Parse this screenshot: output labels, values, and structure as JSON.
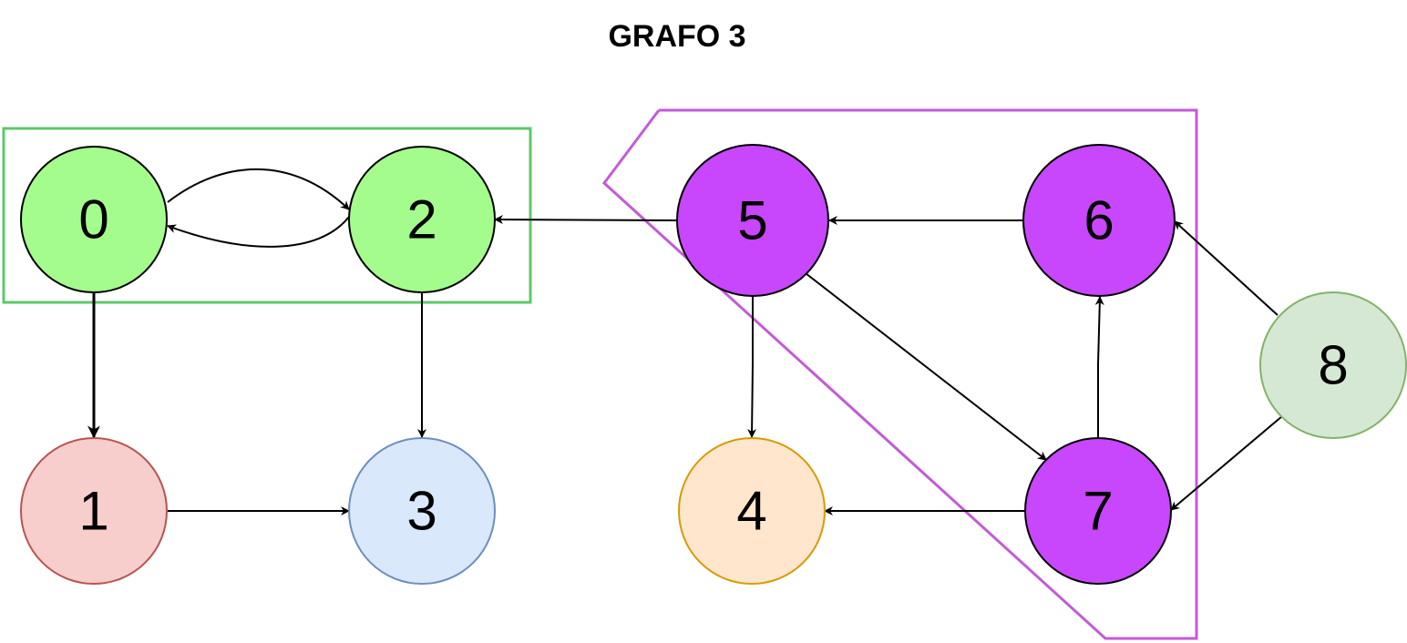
{
  "title": "GRAFO 3",
  "nodes": [
    {
      "id": "0",
      "label": "0",
      "fill": "#a4fc8c",
      "stroke": "#000000"
    },
    {
      "id": "1",
      "label": "1",
      "fill": "#f8cecc",
      "stroke": "#b85450"
    },
    {
      "id": "2",
      "label": "2",
      "fill": "#a4fc8c",
      "stroke": "#000000"
    },
    {
      "id": "3",
      "label": "3",
      "fill": "#dae8fc",
      "stroke": "#6c8ebf"
    },
    {
      "id": "4",
      "label": "4",
      "fill": "#ffe6cc",
      "stroke": "#d79b00"
    },
    {
      "id": "5",
      "label": "5",
      "fill": "#c846fc",
      "stroke": "#000000"
    },
    {
      "id": "6",
      "label": "6",
      "fill": "#c846fc",
      "stroke": "#000000"
    },
    {
      "id": "7",
      "label": "7",
      "fill": "#c846fc",
      "stroke": "#000000"
    },
    {
      "id": "8",
      "label": "8",
      "fill": "#d5e8d4",
      "stroke": "#82b366"
    }
  ],
  "edges": [
    {
      "from": "0",
      "to": "2"
    },
    {
      "from": "2",
      "to": "0"
    },
    {
      "from": "0",
      "to": "1"
    },
    {
      "from": "2",
      "to": "3"
    },
    {
      "from": "1",
      "to": "3"
    },
    {
      "from": "5",
      "to": "2"
    },
    {
      "from": "6",
      "to": "5"
    },
    {
      "from": "5",
      "to": "4"
    },
    {
      "from": "5",
      "to": "7"
    },
    {
      "from": "7",
      "to": "6"
    },
    {
      "from": "7",
      "to": "4"
    },
    {
      "from": "8",
      "to": "6"
    },
    {
      "from": "8",
      "to": "7"
    }
  ],
  "groups": [
    {
      "id": "green-component",
      "members": [
        "0",
        "2"
      ],
      "color": "#5ec86a"
    },
    {
      "id": "purple-component",
      "members": [
        "5",
        "6",
        "7"
      ],
      "color": "#c45ad8"
    }
  ]
}
